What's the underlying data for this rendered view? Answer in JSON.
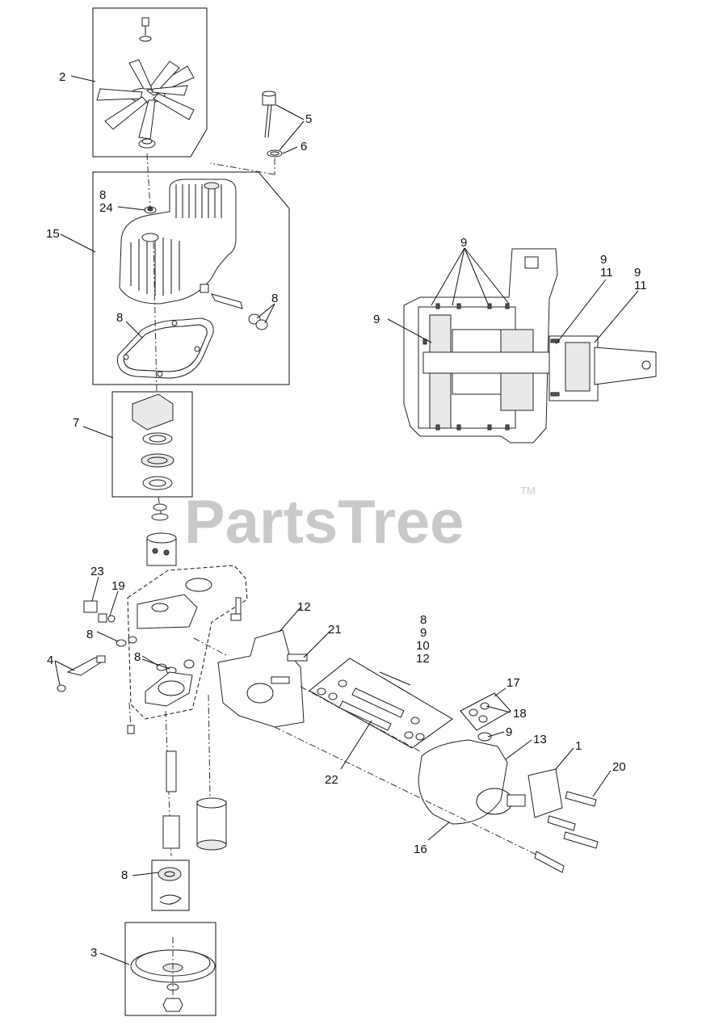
{
  "watermark": {
    "brand": "PartsTree",
    "trademark": "TM"
  },
  "callouts": {
    "c1": "1",
    "c2": "2",
    "c3": "3",
    "c4": "4",
    "c5": "5",
    "c6": "6",
    "c7": "7",
    "c8_cover": "8",
    "c24": "24",
    "c15": "15",
    "c8_shaft": "8",
    "c8_gasket": "8",
    "c9_a": "9",
    "c9_b": "9",
    "c11_a": "11",
    "c9_c": "9",
    "c11_b": "11",
    "c9_d": "9",
    "c23": "23",
    "c19": "19",
    "c8_left": "8",
    "c8_mid": "8",
    "c12_top": "12",
    "c21": "21",
    "c8_kit": "8",
    "c9_kit": "9",
    "c10_kit": "10",
    "c12_kit": "12",
    "c17": "17",
    "c18": "18",
    "c9_motor": "9",
    "c13": "13",
    "c20": "20",
    "c22": "22",
    "c16": "16",
    "c8_bearing": "8"
  }
}
